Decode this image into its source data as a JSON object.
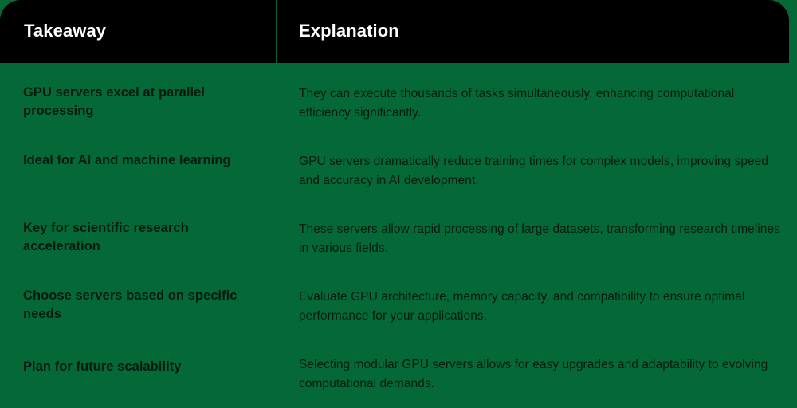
{
  "theme": {
    "background_green": "#056937",
    "header_black": "#000000",
    "header_text": "#ffffff",
    "body_text": "#021b10",
    "divider_green": "#0a5c34"
  },
  "table": {
    "columns": [
      {
        "key": "takeaway",
        "label": "Takeaway"
      },
      {
        "key": "explanation",
        "label": "Explanation"
      }
    ],
    "rows": [
      {
        "takeaway": "GPU servers excel at parallel processing",
        "explanation": "They can execute thousands of tasks simultaneously, enhancing computational efficiency significantly."
      },
      {
        "takeaway": "Ideal for AI and machine learning",
        "explanation": "GPU servers dramatically reduce training times for complex models, improving speed and accuracy in AI development."
      },
      {
        "takeaway": "Key for scientific research acceleration",
        "explanation": "These servers allow rapid processing of large datasets, transforming research timelines in various fields."
      },
      {
        "takeaway": "Choose servers based on specific needs",
        "explanation": "Evaluate GPU architecture, memory capacity, and compatibility to ensure optimal performance for your applications."
      },
      {
        "takeaway": "Plan for future scalability",
        "explanation": "Selecting modular GPU servers allows for easy upgrades and adaptability to evolving computational demands."
      }
    ]
  }
}
